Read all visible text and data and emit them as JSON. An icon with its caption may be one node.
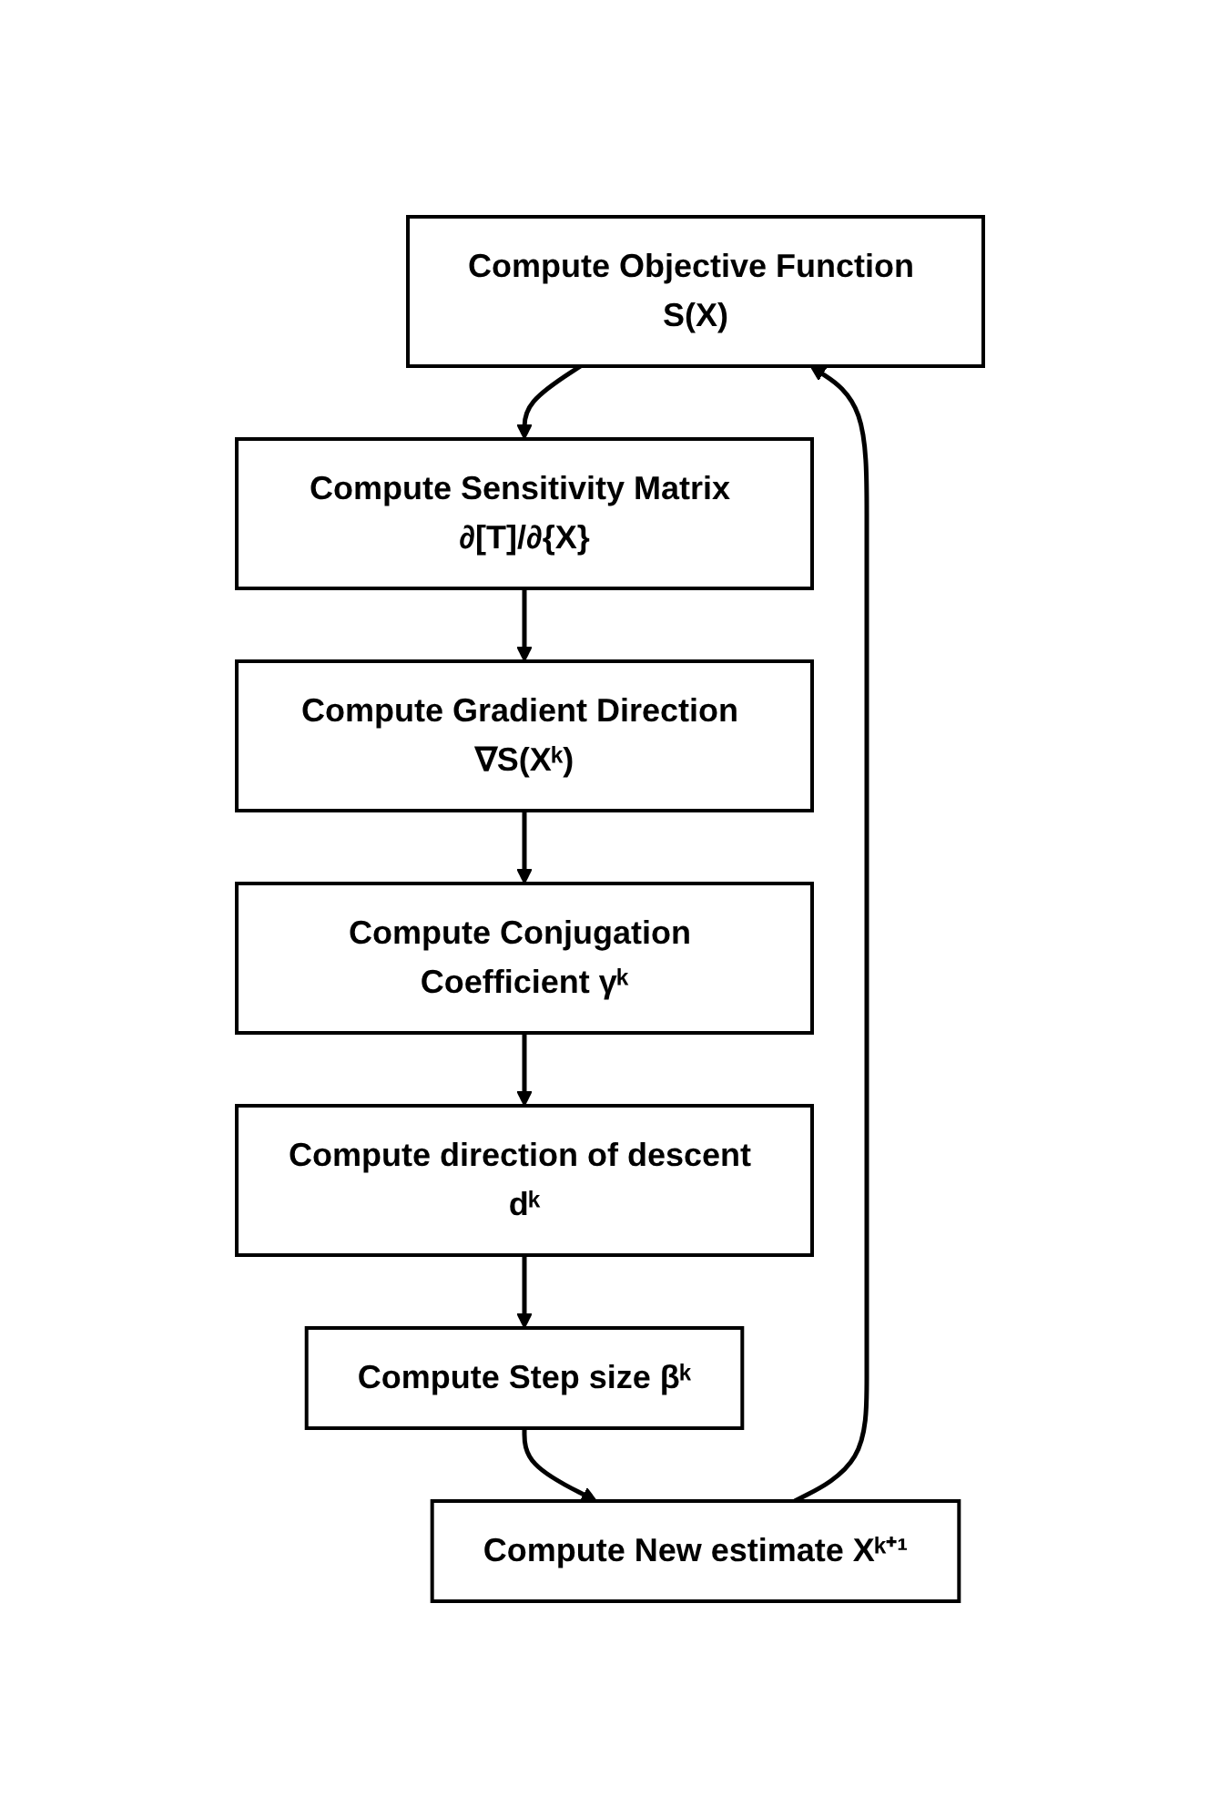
{
  "diagram": {
    "nodes": [
      {
        "text": [
          "Compute Objective Function S(X)"
        ]
      },
      {
        "text": [
          "Compute Sensitivity Matrix ∂[T]/∂{X}"
        ]
      },
      {
        "text": [
          "Compute Gradient Direction ∇S(Xᵏ)"
        ]
      },
      {
        "text": [
          "Compute Conjugation Coefficient γᵏ"
        ]
      },
      {
        "text": [
          "Compute direction of descent dᵏ"
        ]
      },
      {
        "text": [
          "Compute Step size βᵏ"
        ]
      },
      {
        "text": [
          "Compute New estimate Xᵏ⁺¹"
        ]
      }
    ],
    "edges": [
      {
        "from": 0,
        "to": 1,
        "arrow": "to"
      },
      {
        "from": 1,
        "to": 2,
        "arrow": "to"
      },
      {
        "from": 2,
        "to": 3,
        "arrow": "to"
      },
      {
        "from": 3,
        "to": 4,
        "arrow": "to"
      },
      {
        "from": 4,
        "to": 5,
        "arrow": "to"
      },
      {
        "from": 5,
        "to": 6,
        "arrow": "to"
      },
      {
        "from": 6,
        "to": 0,
        "arrow": "to"
      }
    ]
  }
}
